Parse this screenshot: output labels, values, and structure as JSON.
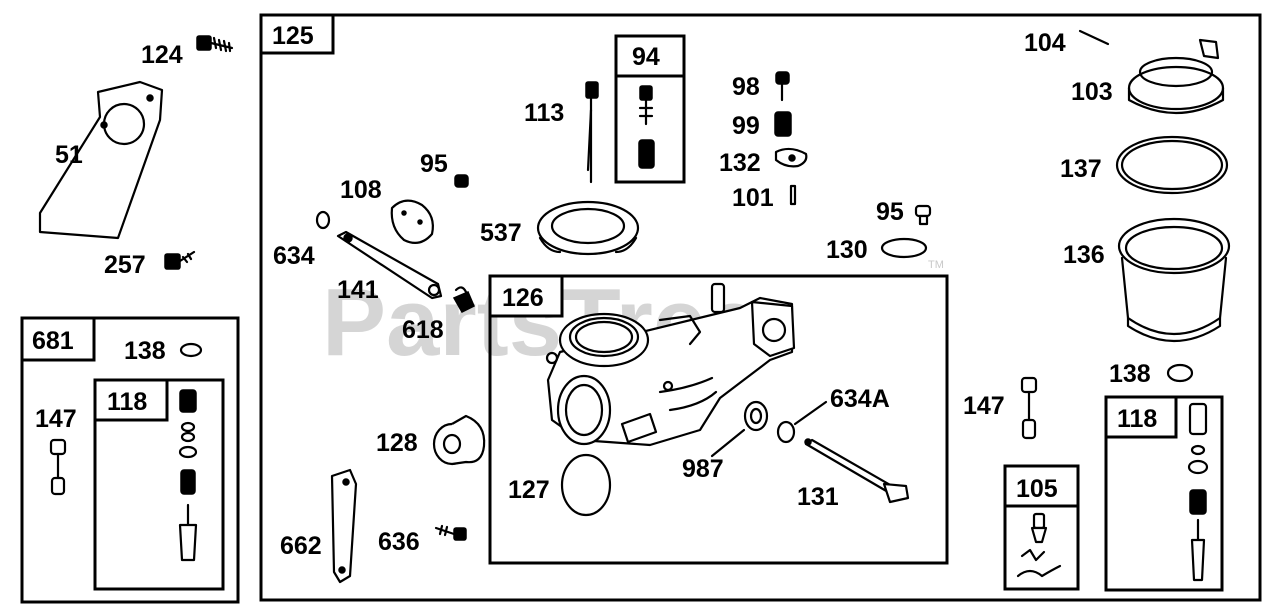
{
  "watermark": {
    "text": "PartsTree",
    "trademark": "TM"
  },
  "groups": {
    "main_box": "125",
    "box_94": "94",
    "carb_box": "126",
    "kit_681": "681",
    "kit_118_left": "118",
    "kit_118_right": "118",
    "kit_105": "105"
  },
  "labels": {
    "p124": "124",
    "p51": "51",
    "p257": "257",
    "p113": "113",
    "p98": "98",
    "p99": "99",
    "p132": "132",
    "p101": "101",
    "p95a": "95",
    "p108": "108",
    "p634": "634",
    "p537": "537",
    "p141": "141",
    "p618": "618",
    "p95b": "95",
    "p130": "130",
    "p104": "104",
    "p103": "103",
    "p137": "137",
    "p136": "136",
    "p138a": "138",
    "p138b": "138",
    "p147a": "147",
    "p128": "128",
    "p127": "127",
    "p987": "987",
    "p634A": "634A",
    "p131": "131",
    "p147b": "147",
    "p662": "662",
    "p636": "636"
  }
}
